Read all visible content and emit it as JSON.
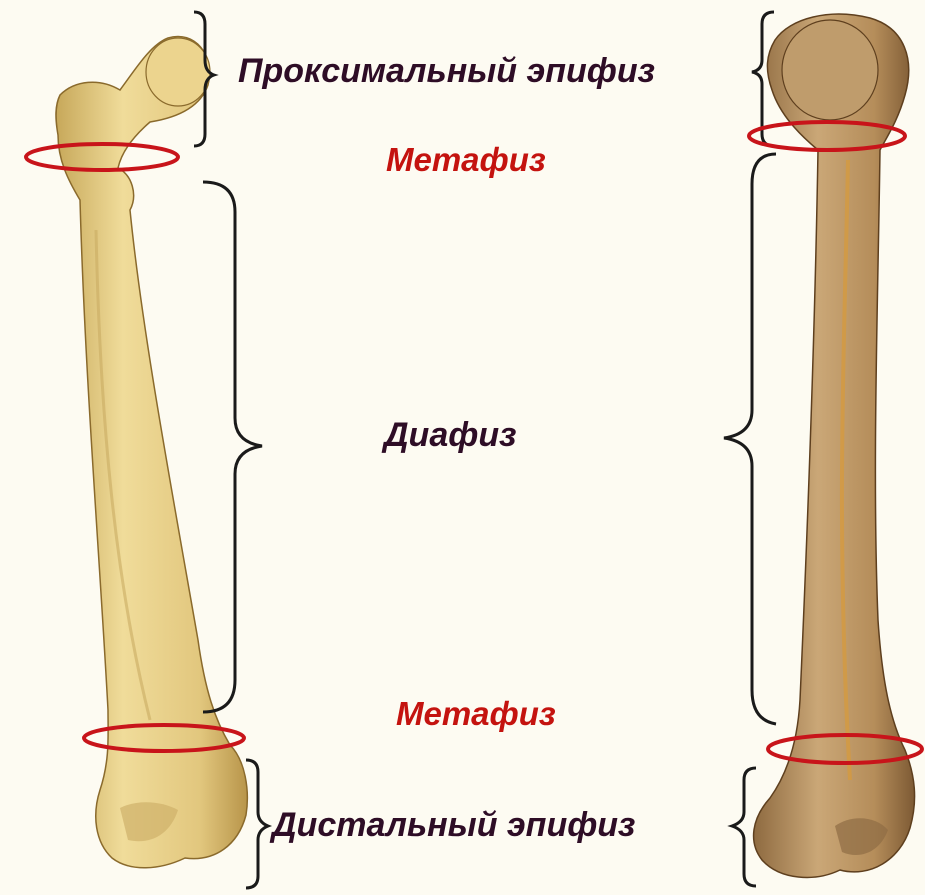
{
  "labels": {
    "proximal_epiphysis": "Проксимальный эпифиз",
    "metaphysis_top": "Метафиз",
    "diaphysis": "Диафиз",
    "metaphysis_bottom": "Метафиз",
    "distal_epiphysis": "Дистальный эпифиз"
  },
  "colors": {
    "background": "#fdfbf2",
    "label_dark": "#2e0d26",
    "label_red": "#c4130f",
    "bracket": "#1a1a1a",
    "metaphysis_ring": "#c8141a",
    "femur_bone": "#e6cf86",
    "humerus_bone": "#bd9a68"
  },
  "figures": [
    {
      "name": "femur",
      "description_icon": "femur-bone-icon"
    },
    {
      "name": "humerus",
      "description_icon": "humerus-bone-icon"
    }
  ]
}
